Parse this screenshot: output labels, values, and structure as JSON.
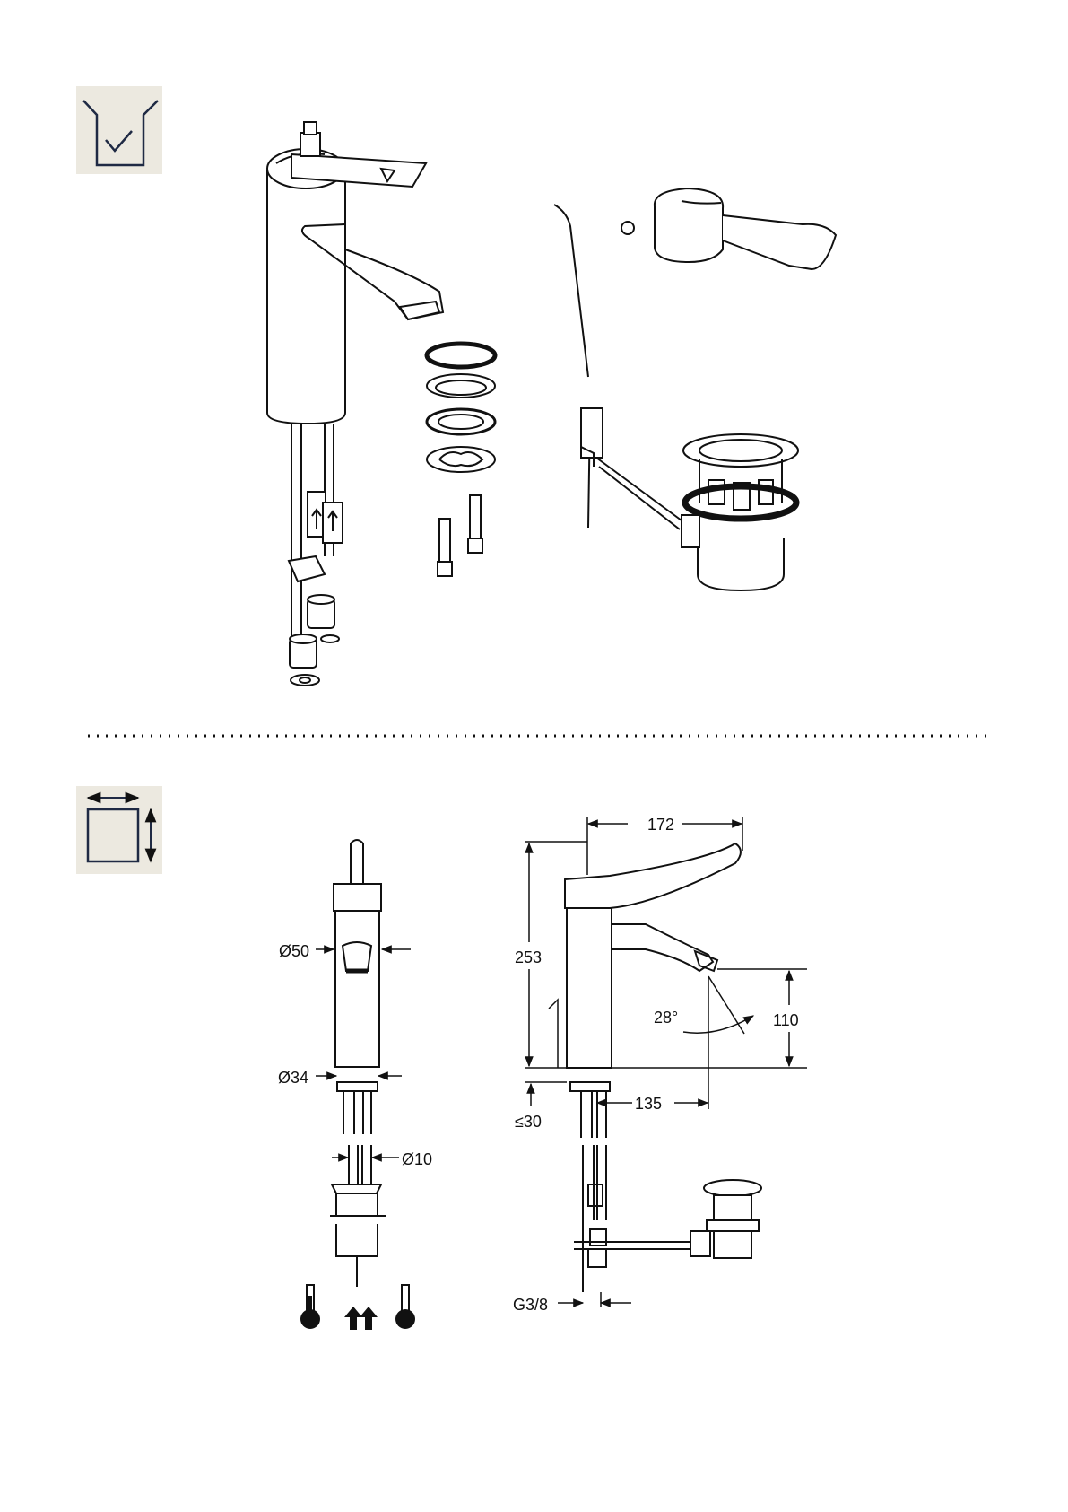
{
  "sections": {
    "scope_icon": {
      "name": "scope-of-delivery-icon"
    },
    "dimensions_icon": {
      "name": "dimensions-icon"
    }
  },
  "dimensions": {
    "d_body": "Ø50",
    "d_base": "Ø34",
    "d_tail": "Ø10",
    "spout_reach": "172",
    "height": "253",
    "angle": "28°",
    "spout_height": "110",
    "tail_length": "135",
    "counter_thickness": "≤30",
    "thread": "G3/8"
  },
  "symbols": [
    "hot-water-icon",
    "flow-direction-icon",
    "cold-water-icon"
  ],
  "colors": {
    "icon_bg": "#ece9e0",
    "icon_line": "#1f2a44",
    "line": "#111111"
  }
}
